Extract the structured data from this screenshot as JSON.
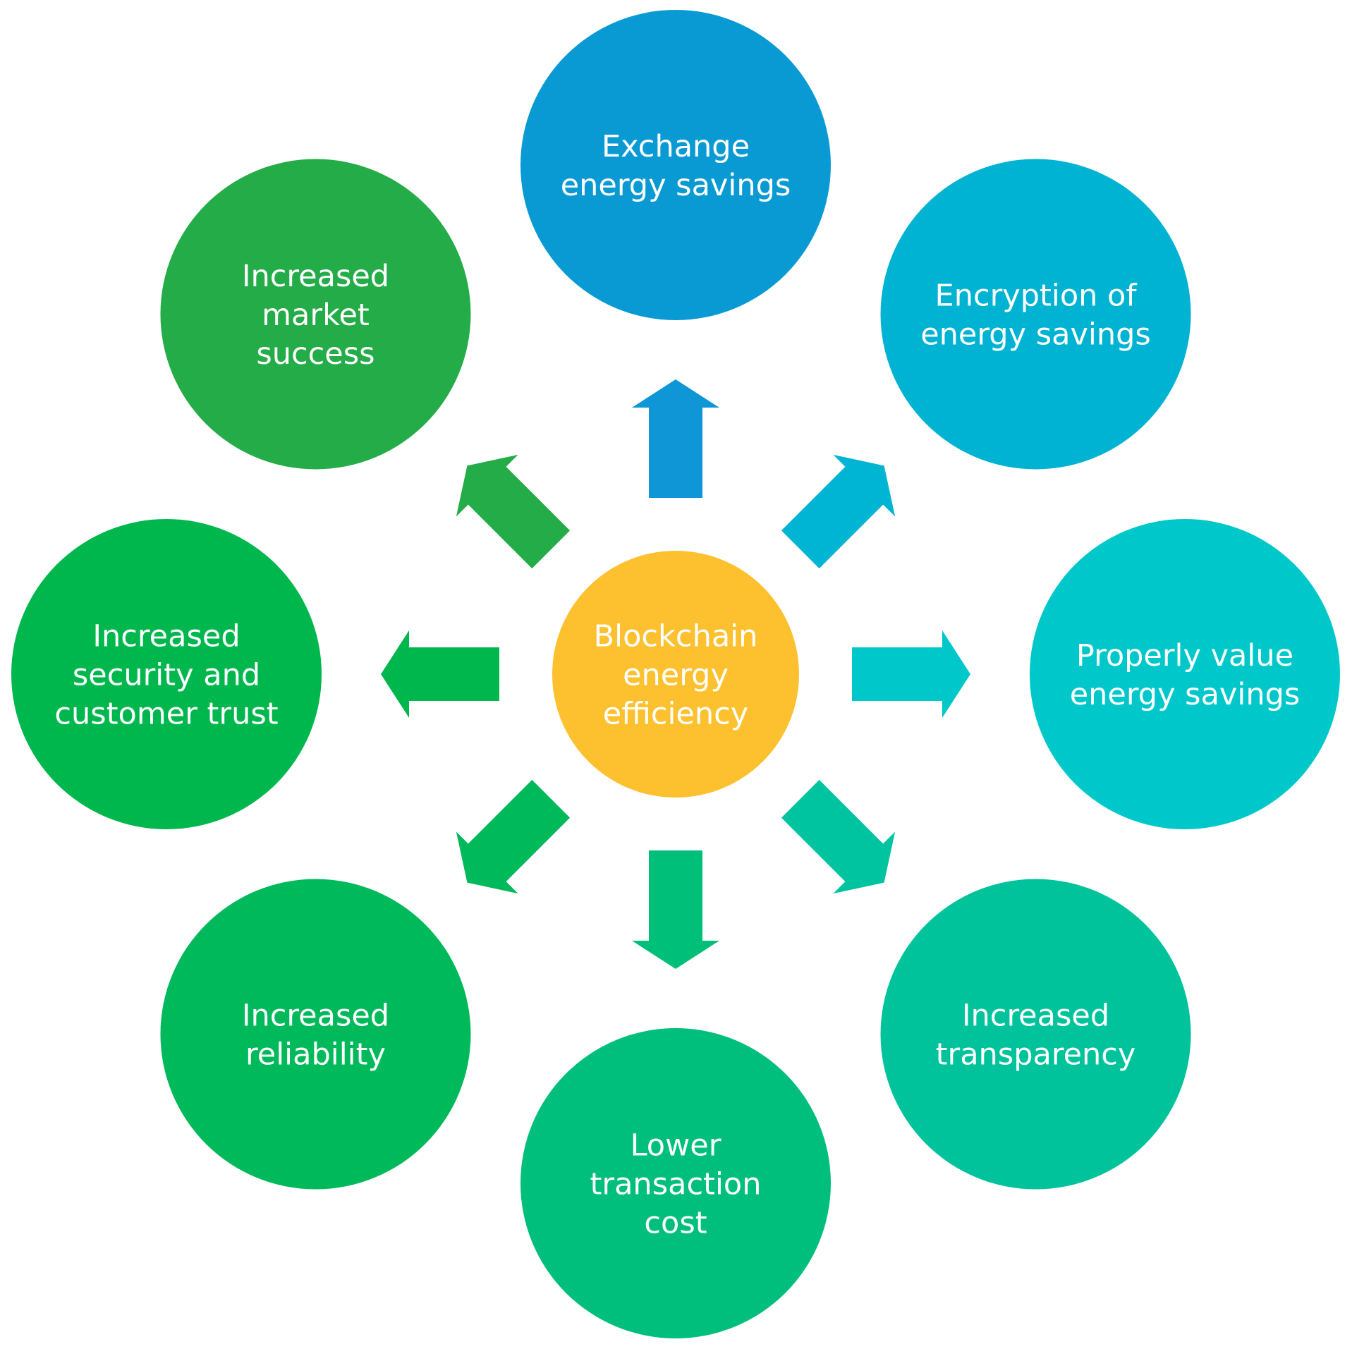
{
  "center": {
    "lines": [
      "Blockchain",
      "energy",
      "efficiency"
    ],
    "color": "#FDC12F"
  },
  "nodes": [
    {
      "id": "exchange",
      "lines": [
        "Exchange",
        "energy savings"
      ],
      "color": "#0A9AD3",
      "arrow_color": "#0E96D6"
    },
    {
      "id": "encryption",
      "lines": [
        "Encryption of",
        "energy savings"
      ],
      "color": "#00B3D3",
      "arrow_color": "#00B4D4"
    },
    {
      "id": "value",
      "lines": [
        "Properly value",
        "energy savings"
      ],
      "color": "#00C8CA",
      "arrow_color": "#00C8CA"
    },
    {
      "id": "transparency",
      "lines": [
        "Increased",
        "transparency"
      ],
      "color": "#00C39C",
      "arrow_color": "#00C3A0"
    },
    {
      "id": "transaction",
      "lines": [
        "Lower",
        "transaction",
        "cost"
      ],
      "color": "#00BF7D",
      "arrow_color": "#00BF78"
    },
    {
      "id": "reliability",
      "lines": [
        "Increased",
        "reliability"
      ],
      "color": "#00B95A",
      "arrow_color": "#00B95A"
    },
    {
      "id": "security",
      "lines": [
        "Increased",
        "security and",
        "customer trust"
      ],
      "color": "#00B74E",
      "arrow_color": "#00B74E"
    },
    {
      "id": "market",
      "lines": [
        "Increased",
        "market",
        "success"
      ],
      "color": "#24AC48",
      "arrow_color": "#24AC48"
    }
  ]
}
